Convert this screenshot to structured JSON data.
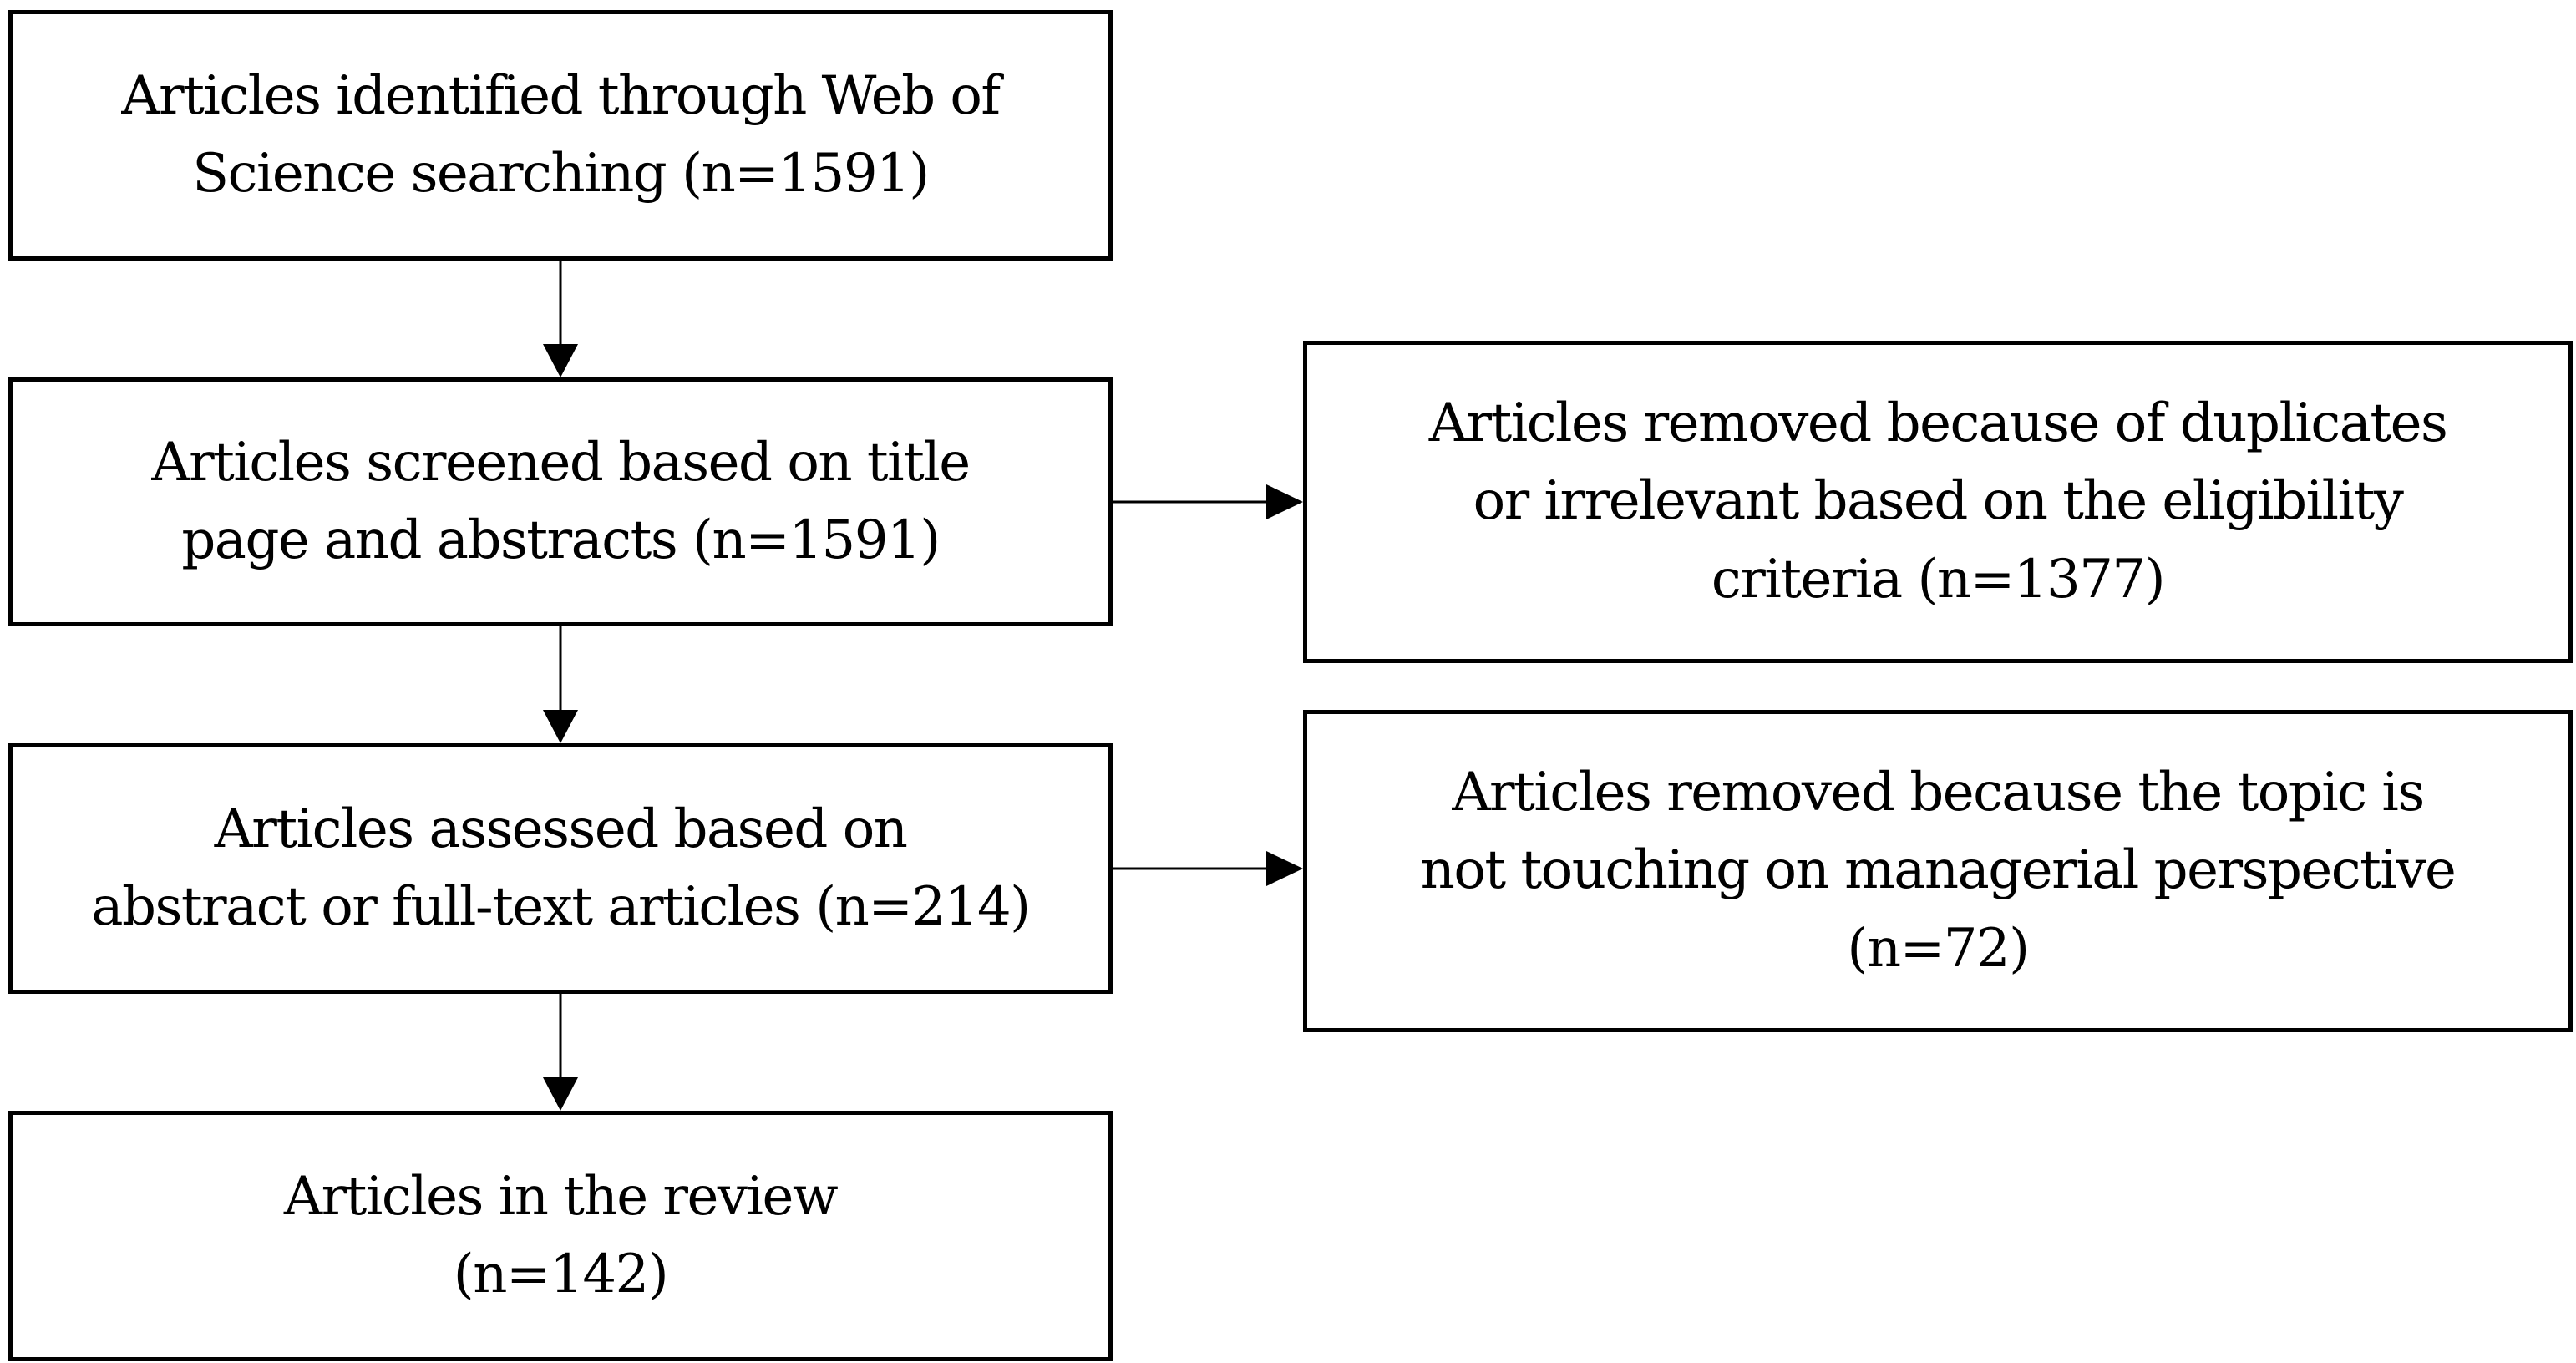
{
  "flowchart": {
    "identified": {
      "text": "Articles identified through Web of\nScience searching (n=1591)"
    },
    "screened": {
      "text": "Articles screened based on title\npage and abstracts (n=1591)"
    },
    "assessed": {
      "text": "Articles  assessed based on\nabstract or full-text articles (n=214)"
    },
    "included": {
      "text": "Articles in the review\n(n=142)"
    },
    "removed_duplicates": {
      "text": "Articles removed because of duplicates\nor irrelevant based on the eligibility\ncriteria (n=1377)"
    },
    "removed_topic": {
      "text": "Articles removed because the topic is\nnot touching on managerial perspective\n(n=72)"
    }
  },
  "colors": {
    "stroke": "#000000",
    "background": "#ffffff"
  }
}
